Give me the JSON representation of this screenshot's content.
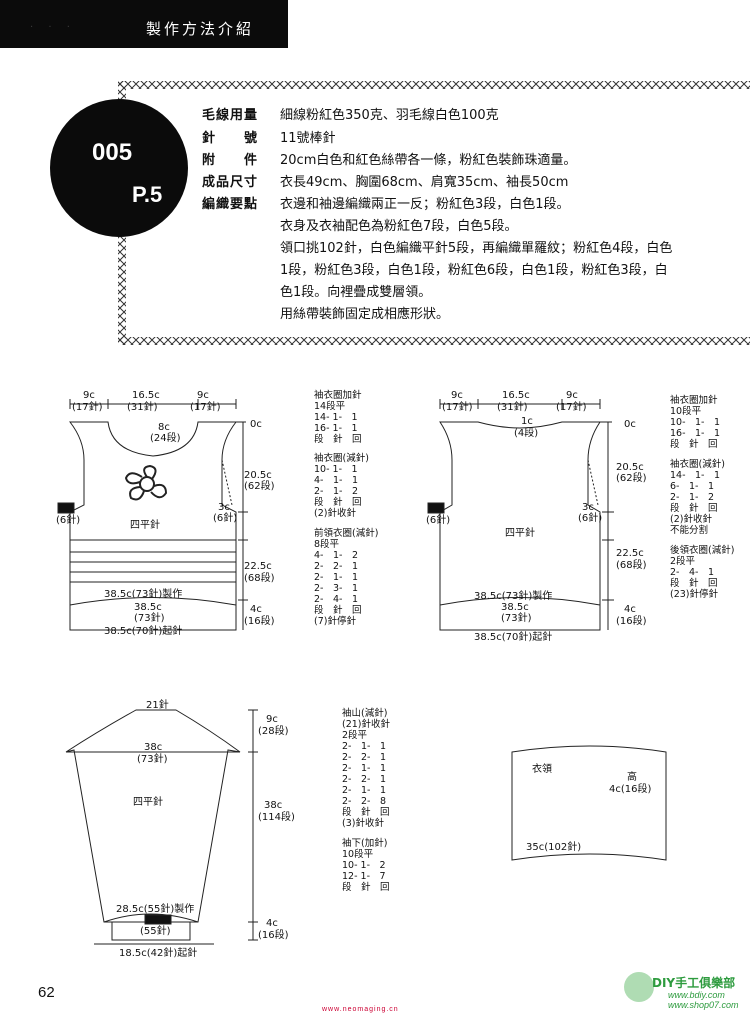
{
  "header": {
    "title": "製作方法介紹",
    "marks": "· · ·"
  },
  "badge": {
    "number": "005",
    "page": "P.5"
  },
  "specs": [
    {
      "label": "毛線用量",
      "value": "細線粉紅色350克、羽毛線白色100克"
    },
    {
      "label": "針　　號",
      "value": "11號棒針"
    },
    {
      "label": "附　　件",
      "value": "20cm白色和紅色絲帶各一條，粉紅色裝飾珠適量。"
    },
    {
      "label": "成品尺寸",
      "value": "衣長49cm、胸圍68cm、肩寬35cm、袖長50cm"
    },
    {
      "label": "編織要點",
      "value": "衣邊和袖邊編織兩正一反；粉紅色3段，白色1段。"
    }
  ],
  "notes": [
    "衣身及衣袖配色為粉紅色7段，白色5段。",
    "領口挑102針，白色編織平針5段，再編織單羅紋；粉紅色4段，白色",
    "1段，粉紅色3段，白色1段，粉紅色6段，白色1段，粉紅色3段，白",
    "色1段。向裡疊成雙層領。",
    "用絲帶裝飾固定成相應形狀。"
  ],
  "front": {
    "top_w": [
      "9c",
      "16.5c",
      "9c"
    ],
    "top_st": [
      "(17針)",
      "(31針)",
      "(17針)"
    ],
    "neck": [
      "8c",
      "(24段)"
    ],
    "zero": "0c",
    "armhole": [
      "20.5c",
      "(62段)"
    ],
    "side": [
      "3c",
      "(6針)"
    ],
    "left_side": "(6針)",
    "stitch": "四平針",
    "body": [
      "22.5c",
      "(68段)"
    ],
    "rib": [
      "4c",
      "(16段)"
    ],
    "w1": "38.5c(73針)製作",
    "w2": "38.5c",
    "w3": "(73針)",
    "w4": "38.5c(70針)起針",
    "notes": [
      "袖衣圈加針",
      "14段平",
      "14- 1-　1",
      "16- 1-　1",
      "段　針　回",
      "袖衣圈(減針)",
      "10- 1-　1",
      "4-　1-　1",
      "2-　1-　2",
      "段　針　回",
      "(2)針收針",
      "前領衣圈(減針)",
      "8段平",
      "4-　1-　2",
      "2-　2-　1",
      "2-　1-　1",
      "2-　3-　1",
      "2-　4-　1",
      "段　針　回",
      "(7)針停針"
    ]
  },
  "back": {
    "top_w": [
      "9c",
      "16.5c",
      "9c"
    ],
    "top_st": [
      "(17針)",
      "(31針)",
      "(17針)"
    ],
    "neck": [
      "1c",
      "(4段)"
    ],
    "zero": "0c",
    "armhole": [
      "20.5c",
      "(62段)"
    ],
    "side": [
      "3c",
      "(6針)"
    ],
    "left_side": "(6針)",
    "stitch": "四平針",
    "body": [
      "22.5c",
      "(68段)"
    ],
    "rib": [
      "4c",
      "(16段)"
    ],
    "w1": "38.5c(73針)製作",
    "w2": "38.5c",
    "w3": "(73針)",
    "w4": "38.5c(70針)起針",
    "notes": [
      "袖衣圈加針",
      "10段平",
      "10-　1-　1",
      "16-　1-　1",
      "段　針　回",
      "袖衣圈(減針)",
      "14-　1-　1",
      "6-　1-　1",
      "2-　1-　2",
      "段　針　回",
      "(2)針收針",
      "不能分割",
      "後領衣圈(減針)",
      "2段平",
      "2-　4-　1",
      "段　針　回",
      "(23)針停針"
    ]
  },
  "sleeve": {
    "top": "21針",
    "cap": [
      "9c",
      "(28段)"
    ],
    "w1": "38c",
    "w2": "(73針)",
    "stitch": "四平針",
    "len": [
      "38c",
      "(114段)"
    ],
    "cuff1": "28.5c(55針)製作",
    "cuff2": "(55針)",
    "rib": [
      "4c",
      "(16段)"
    ],
    "cast": "18.5c(42針)起針",
    "notes": [
      "袖山(減針)",
      "(21)針收針",
      "2段平",
      "2-　1-　1",
      "2-　2-　1",
      "2-　1-　1",
      "2-　2-　1",
      "2-　1-　1",
      "2-　2-　8",
      "段　針　回",
      "(3)針收針",
      "袖下(加針)",
      "10段平",
      "10- 1-　2",
      "12- 1-　7",
      "段　針　回"
    ]
  },
  "collar": {
    "title": "衣領",
    "height_label": "高",
    "height": "4c(16段)",
    "width": "35c(102針)"
  },
  "page_number": "62",
  "footer_site": "www.neomaging.cn",
  "watermark": {
    "main": "DIY手工俱樂部",
    "sub1": "www.bdiy.com",
    "sub2": "www.shop07.com"
  }
}
